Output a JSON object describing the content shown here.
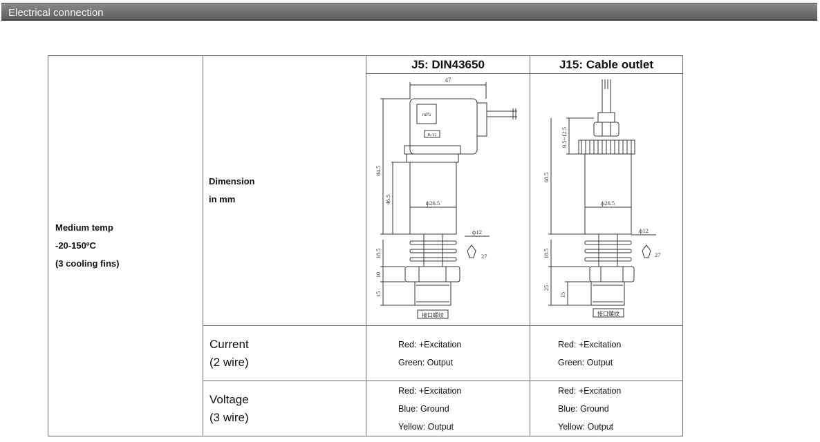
{
  "section": {
    "title": "Electrical connection"
  },
  "medium": {
    "line1": "Medium temp",
    "line2": "-20-150ºC",
    "line3": "(3 cooling fins)"
  },
  "dimension": {
    "line1": "Dimension",
    "line2": "in mm"
  },
  "columns": [
    {
      "label": "J5: DIN43650"
    },
    {
      "label": "J15: Cable outlet"
    }
  ],
  "drawing_j5": {
    "width": "47",
    "connector_label": "mPa",
    "tag": "B-12",
    "h_total": "84.5",
    "h_body": "46.5",
    "diameter": "ф26.5",
    "d_fin": "ф12",
    "h_fins": "18.5",
    "h_hex": "10",
    "h_thread": "15",
    "hex_size": "27",
    "thread_note": "接口螺纹"
  },
  "drawing_j15": {
    "h_top": "9.5~12.5",
    "h_body": "68.5",
    "diameter": "ф26.5",
    "d_fin": "ф12",
    "h_fins": "18.5",
    "h_hex": "25",
    "h_thread": "15",
    "hex_size": "27",
    "thread_note": "接口螺纹"
  },
  "rows": [
    {
      "label_line1": "Current",
      "label_line2": "(2 wire)",
      "j5": [
        "Red: +Excitation",
        "Green: Output"
      ],
      "j15": [
        "Red: +Excitation",
        "Green: Output"
      ]
    },
    {
      "label_line1": "Voltage",
      "label_line2": "(3 wire)",
      "j5": [
        "Red: +Excitation",
        "Blue: Ground",
        "Yellow: Output"
      ],
      "j15": [
        "Red: +Excitation",
        "Blue: Ground",
        "Yellow: Output"
      ]
    }
  ]
}
